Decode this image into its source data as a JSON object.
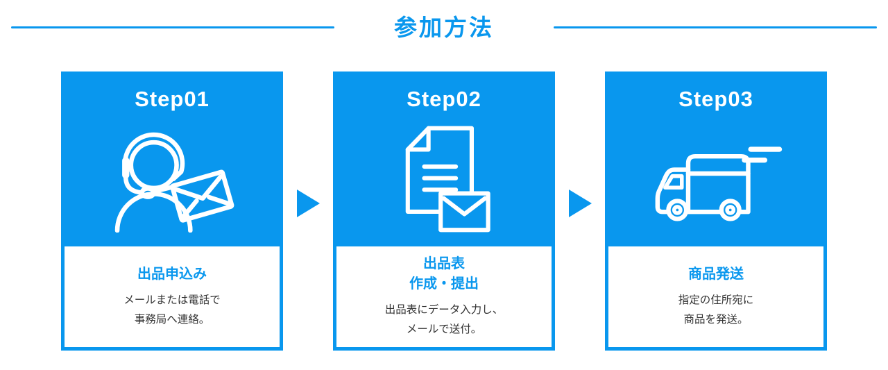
{
  "colors": {
    "accent": "#0997EE",
    "body_text": "#333333"
  },
  "header": {
    "title": "参加方法"
  },
  "steps": [
    {
      "label": "Step01",
      "icon": "support-operator-envelope-icon",
      "heading1": "出品申込み",
      "heading2": "",
      "body1": "メールまたは電話で",
      "body2": "事務局へ連絡。"
    },
    {
      "label": "Step02",
      "icon": "document-envelope-icon",
      "heading1": "出品表",
      "heading2": "作成・提出",
      "body1": "出品表にデータ入力し、",
      "body2": "メールで送付。"
    },
    {
      "label": "Step03",
      "icon": "delivery-truck-icon",
      "heading1": "商品発送",
      "heading2": "",
      "body1": "指定の住所宛に",
      "body2": "商品を発送。"
    }
  ]
}
